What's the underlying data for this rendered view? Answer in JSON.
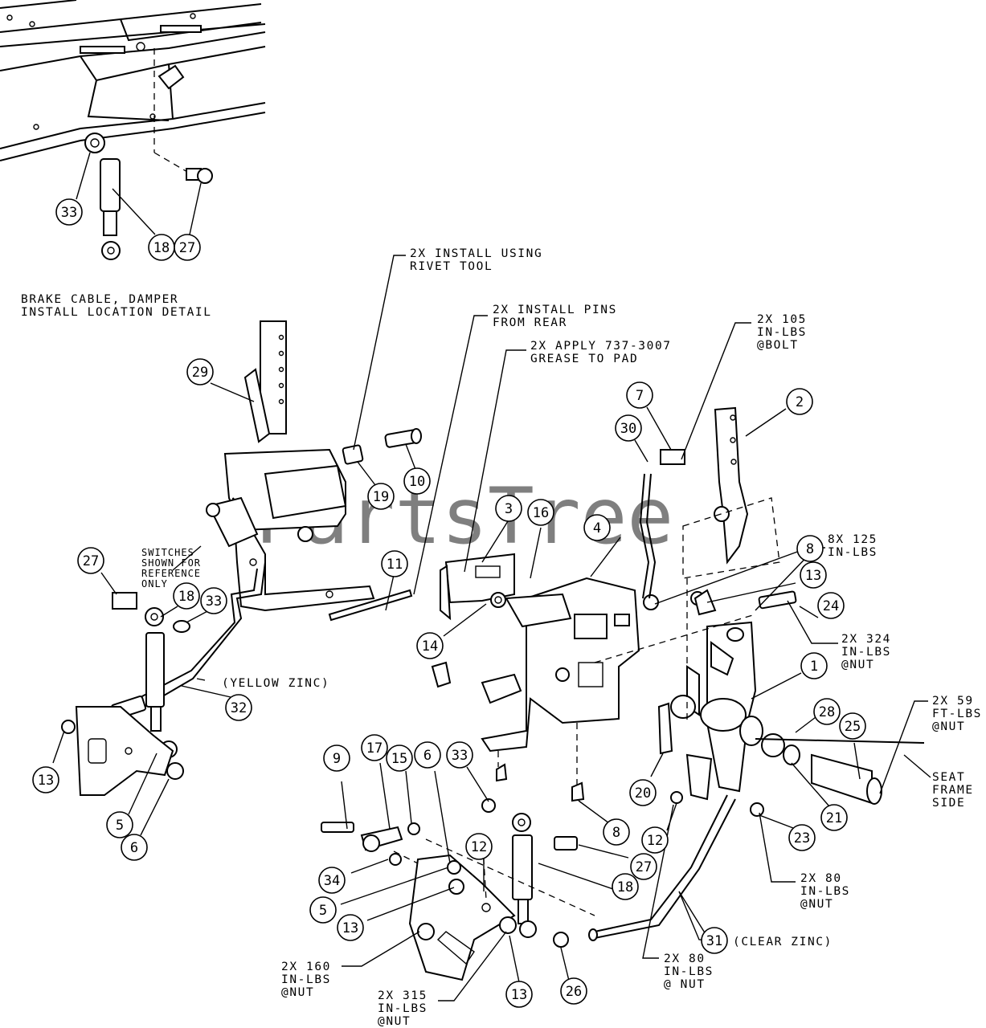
{
  "watermark": "PartsTree",
  "notes": {
    "detail": [
      "BRAKE CABLE, DAMPER",
      "INSTALL LOCATION DETAIL"
    ],
    "rivet": [
      "2X INSTALL USING",
      "RIVET TOOL"
    ],
    "pins": [
      "2X INSTALL PINS",
      "FROM REAR"
    ],
    "grease": [
      "2X APPLY 737-3007",
      "GREASE TO PAD"
    ],
    "t105": [
      "2X 105",
      "IN-LBS",
      "@BOLT"
    ],
    "t125": [
      "8X 125",
      "IN-LBS"
    ],
    "t324": [
      "2X 324",
      "IN-LBS",
      "@NUT"
    ],
    "t59": [
      "2X 59",
      "FT-LBS",
      "@NUT"
    ],
    "seat": [
      "SEAT",
      "FRAME",
      "SIDE"
    ],
    "t80a": [
      "2X 80",
      "IN-LBS",
      "@NUT"
    ],
    "t80b": [
      "2X 80",
      "IN-LBS",
      "@ NUT"
    ],
    "t160": [
      "2X 160",
      "IN-LBS",
      "@NUT"
    ],
    "t315": [
      "2X 315",
      "IN-LBS",
      "@NUT"
    ],
    "switches": [
      "SWITCHES",
      "SHOWN FOR",
      "REFERENCE",
      "ONLY"
    ],
    "yellow_zinc": "(YELLOW ZINC)",
    "clear_zinc": "(CLEAR ZINC)"
  },
  "balloons": [
    "33",
    "18",
    "27",
    "29",
    "19",
    "10",
    "3",
    "16",
    "4",
    "11",
    "14",
    "7",
    "30",
    "2",
    "8",
    "13",
    "24",
    "1",
    "28",
    "25",
    "27",
    "18",
    "33",
    "32",
    "13",
    "5",
    "6",
    "20",
    "21",
    "23",
    "12",
    "8",
    "9",
    "17",
    "15",
    "6",
    "33",
    "12",
    "27",
    "18",
    "34",
    "5",
    "13",
    "26",
    "13",
    "31"
  ]
}
